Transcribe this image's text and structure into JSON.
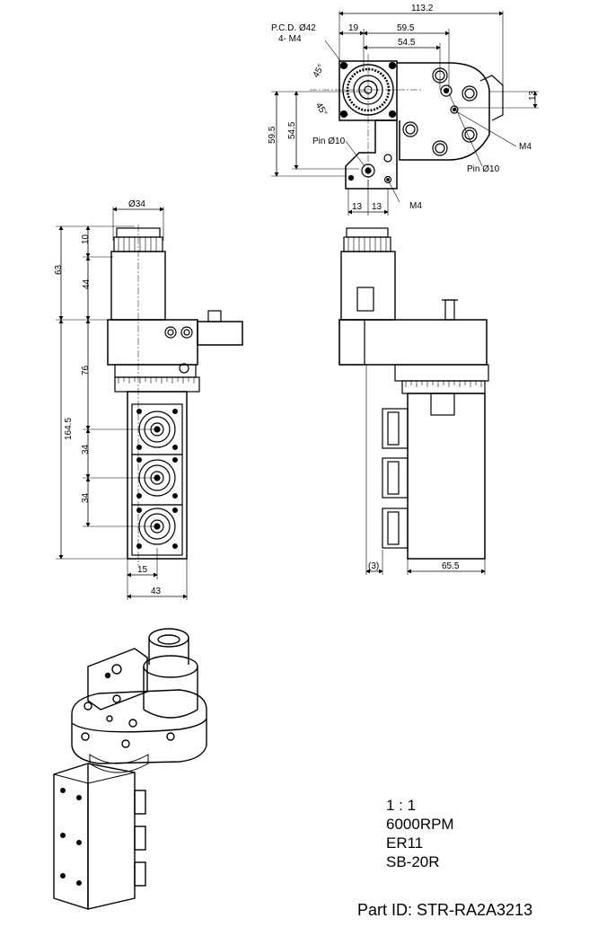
{
  "top_view": {
    "width_total": "113.2",
    "dim_19": "19",
    "dim_59_5": "59.5",
    "dim_54_5": "54.5",
    "pcd": "P.C.D. Ø42",
    "m4_holes": "4- M4",
    "angle_a": "45°",
    "angle_b": "45°",
    "height_59_5": "59.5",
    "height_54_5": "54.5",
    "pin_left": "Pin Ø10",
    "pin_right": "Pin Ø10",
    "dim_13_right": "13",
    "m4_right": "M4",
    "dim_13_a": "13",
    "dim_13_b": "13",
    "m4_bottom": "M4"
  },
  "front_view": {
    "dia_34": "Ø34",
    "dim_63": "63",
    "dim_10": "10",
    "dim_44": "44",
    "dim_76": "76",
    "dim_164_5": "164.5",
    "dim_34_a": "34",
    "dim_34_b": "34",
    "dim_15": "15",
    "dim_43": "43"
  },
  "side_view": {
    "dim_3": "(3)",
    "dim_65_5": "65.5"
  },
  "specs": {
    "ratio": "1 : 1",
    "rpm": "6000RPM",
    "collet": "ER11",
    "holder": "SB-20R"
  },
  "part_id": "Part ID: STR-RA2A3213"
}
